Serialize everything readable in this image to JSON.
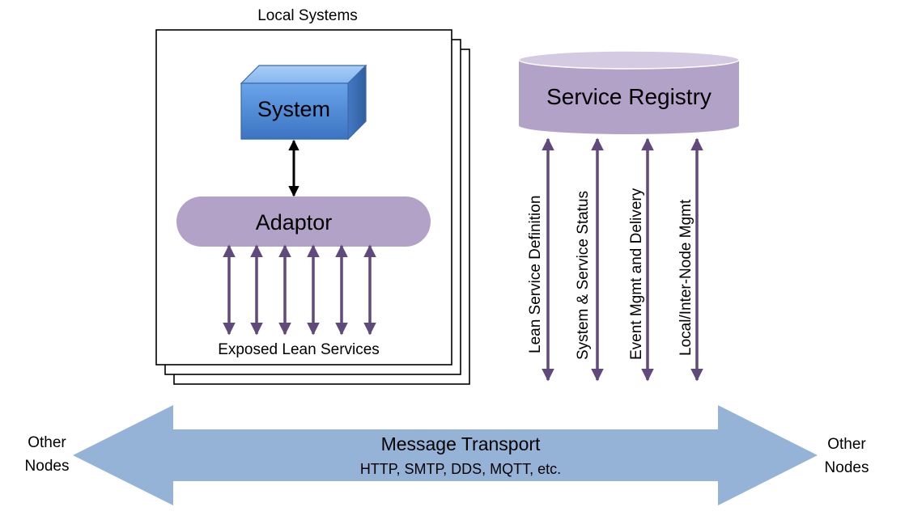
{
  "local_systems": {
    "title": "Local Systems",
    "system_label": "System",
    "adaptor_label": "Adaptor",
    "exposed_services_label": "Exposed Lean Services"
  },
  "registry": {
    "label": "Service Registry",
    "channels": [
      "Lean Service Definition",
      "System & Service Status",
      "Event Mgmt and Delivery",
      "Local/Inter-Node Mgmt"
    ]
  },
  "transport": {
    "title": "Message Transport",
    "subtitle": "HTTP, SMTP, DDS, MQTT, etc.",
    "left_endpoint": [
      "Other",
      "Nodes"
    ],
    "right_endpoint": [
      "Other",
      "Nodes"
    ]
  },
  "colors": {
    "purple_fill": "#b3a2c7",
    "arrow_purple": "#604a7b",
    "system_blue": "#4f81bd",
    "transport_blue": "#95b3d7",
    "black": "#000000"
  }
}
